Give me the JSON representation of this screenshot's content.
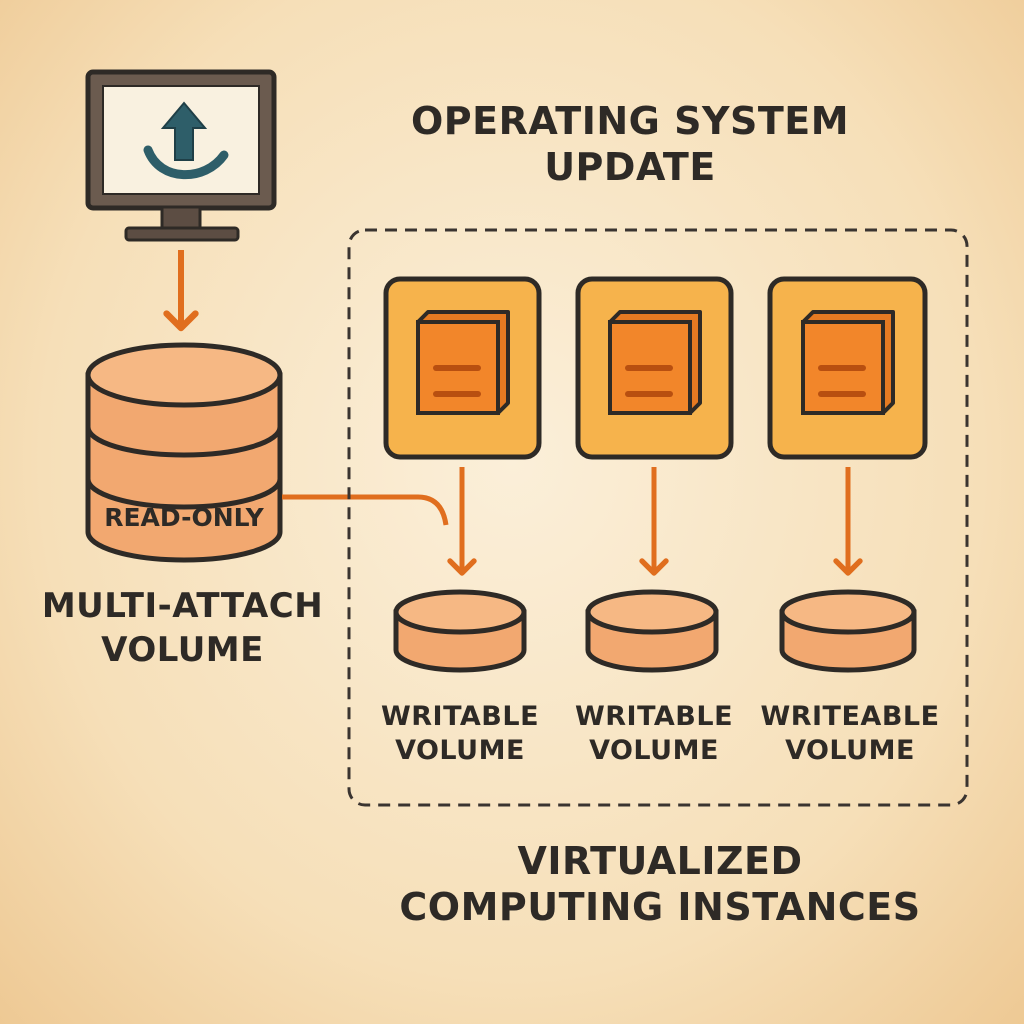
{
  "title": {
    "line1": "OPERATING SYSTEM",
    "line2": "UPDATE"
  },
  "shared_volume": {
    "badge": "READ-ONLY",
    "line1": "MULTI-ATTACH",
    "line2": "VOLUME"
  },
  "instances": [
    {
      "line1": "WRITABLE",
      "line2": "VOLUME"
    },
    {
      "line1": "WRITABLE",
      "line2": "VOLUME"
    },
    {
      "line1": "WRITEABLE",
      "line2": "VOLUME"
    }
  ],
  "group": {
    "line1": "VIRTUALIZED",
    "line2": "COMPUTING INSTANCES"
  },
  "colors": {
    "orange": "#e06e1e",
    "tan": "#f2a870",
    "outline": "#2e2a26",
    "tile": "#f6b34c",
    "server": "#f2862a",
    "screen_arrow": "#2e5e69"
  }
}
